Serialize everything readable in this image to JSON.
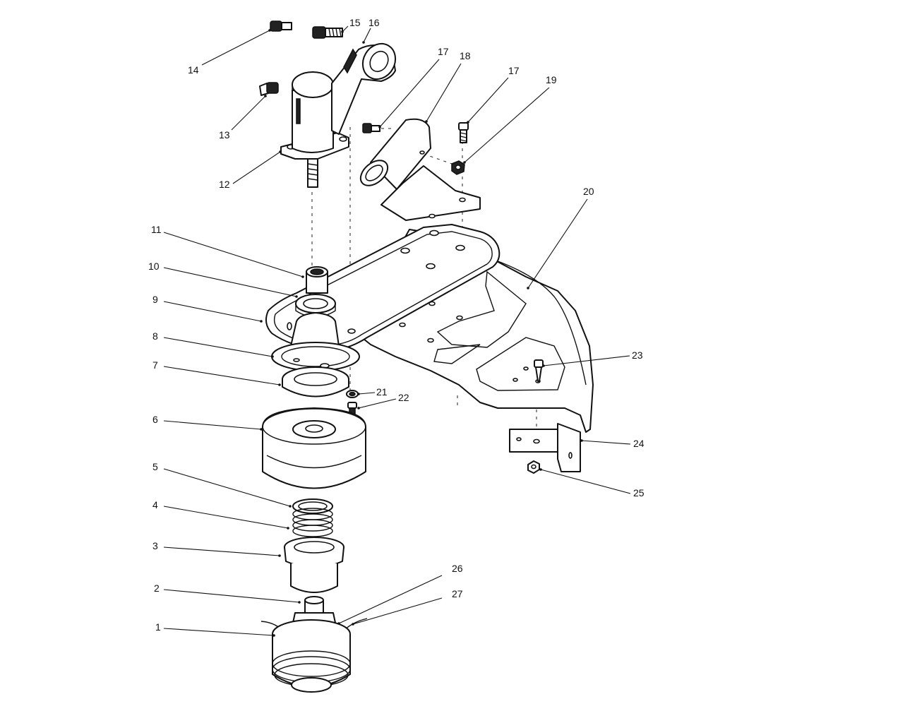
{
  "callouts": [
    {
      "id": "c1",
      "label": "1"
    },
    {
      "id": "c2",
      "label": "2"
    },
    {
      "id": "c3",
      "label": "3"
    },
    {
      "id": "c4",
      "label": "4"
    },
    {
      "id": "c5",
      "label": "5"
    },
    {
      "id": "c6",
      "label": "6"
    },
    {
      "id": "c7",
      "label": "7"
    },
    {
      "id": "c8",
      "label": "8"
    },
    {
      "id": "c9",
      "label": "9"
    },
    {
      "id": "c10",
      "label": "10"
    },
    {
      "id": "c11",
      "label": "11"
    },
    {
      "id": "c12",
      "label": "12"
    },
    {
      "id": "c13",
      "label": "13"
    },
    {
      "id": "c14",
      "label": "14"
    },
    {
      "id": "c15",
      "label": "15"
    },
    {
      "id": "c16",
      "label": "16"
    },
    {
      "id": "c17a",
      "label": "17"
    },
    {
      "id": "c17b",
      "label": "17"
    },
    {
      "id": "c18",
      "label": "18"
    },
    {
      "id": "c19",
      "label": "19"
    },
    {
      "id": "c20",
      "label": "20"
    },
    {
      "id": "c21",
      "label": "21"
    },
    {
      "id": "c22",
      "label": "22"
    },
    {
      "id": "c23",
      "label": "23"
    },
    {
      "id": "c24",
      "label": "24"
    },
    {
      "id": "c25",
      "label": "25"
    },
    {
      "id": "c26",
      "label": "26"
    },
    {
      "id": "c27",
      "label": "27"
    }
  ]
}
